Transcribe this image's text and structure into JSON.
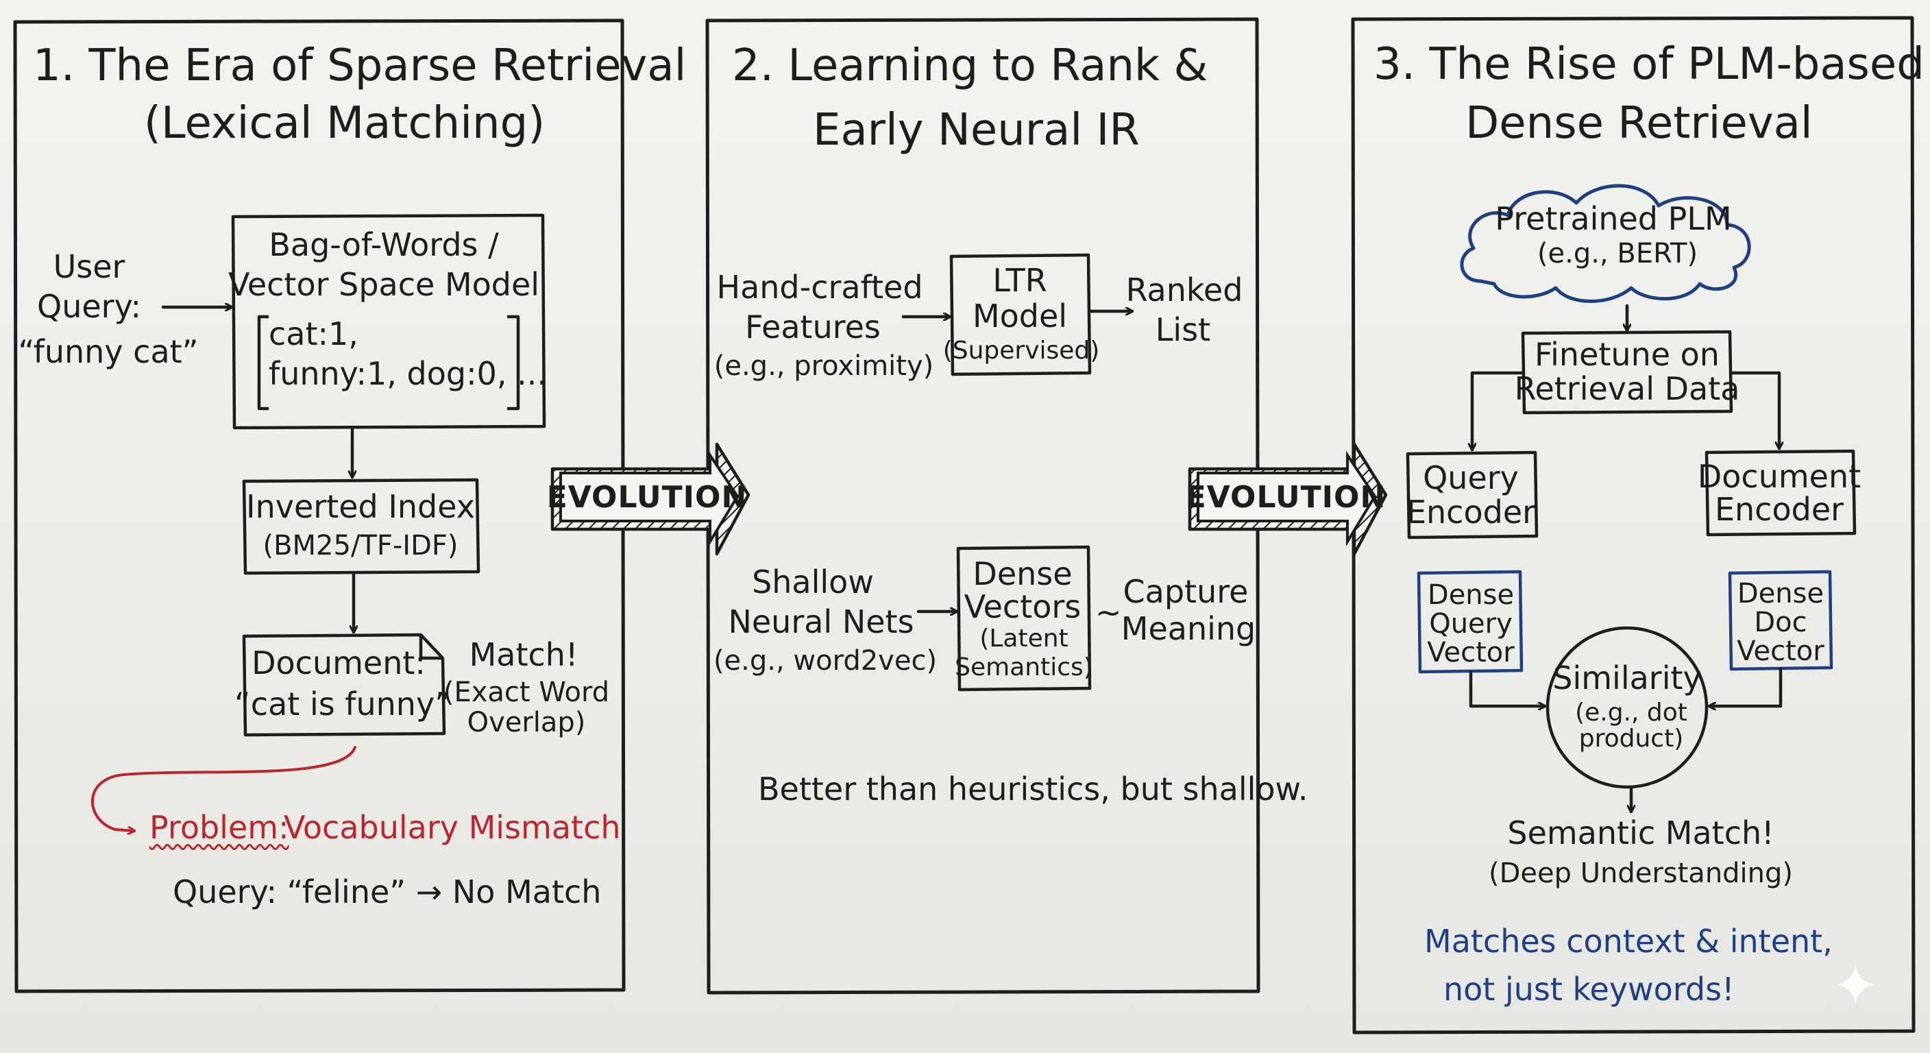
{
  "panels": [
    {
      "title_line1": "1. The Era of Sparse Retrieval",
      "title_line2": "(Lexical Matching)",
      "user_query": [
        "User",
        "Query:",
        "“funny cat”"
      ],
      "bow_box": [
        "Bag-of-Words /",
        "Vector Space Model"
      ],
      "bow_vector": [
        "cat:1,",
        "funny:1, dog:0, ..."
      ],
      "inverted_index": [
        "Inverted Index",
        "(BM25/TF-IDF)"
      ],
      "document": [
        "Document:",
        "“cat is funny”"
      ],
      "match": [
        "Match!",
        "(Exact Word",
        "Overlap)"
      ],
      "problem_label": "Problem:",
      "problem_text": "Vocabulary Mismatch",
      "query_example": "Query: “feline” → No Match"
    },
    {
      "title_line1": "2. Learning to Rank &",
      "title_line2": "Early Neural IR",
      "handcrafted": [
        "Hand-crafted",
        "Features",
        "(e.g., proximity)"
      ],
      "ltr_model": [
        "LTR",
        "Model",
        "(Supervised)"
      ],
      "ranked_list": [
        "Ranked",
        "List"
      ],
      "shallow": [
        "Shallow",
        "Neural Nets",
        "(e.g., word2vec)"
      ],
      "dense_vectors": [
        "Dense",
        "Vectors",
        "(Latent",
        "Semantics)"
      ],
      "capture": [
        "~",
        "Capture",
        "Meaning"
      ],
      "summary": "Better than heuristics, but shallow."
    },
    {
      "title_line1": "3. The Rise of PLM-based",
      "title_line2": "Dense Retrieval",
      "plm_cloud": [
        "Pretrained PLM",
        "(e.g., BERT)"
      ],
      "finetune": [
        "Finetune on",
        "Retrieval Data"
      ],
      "query_encoder": [
        "Query",
        "Encoder"
      ],
      "document_encoder": [
        "Document",
        "Encoder"
      ],
      "dense_query": [
        "Dense",
        "Query",
        "Vector"
      ],
      "dense_doc": [
        "Dense",
        "Doc",
        "Vector"
      ],
      "similarity": [
        "Similarity",
        "(e.g., dot",
        "product)"
      ],
      "semantic_match": [
        "Semantic Match!",
        "(Deep Understanding)"
      ],
      "conclusion": [
        "Matches context & intent,",
        "not just keywords!"
      ]
    }
  ],
  "evolution_arrows": [
    "EVOLUTION",
    "EVOLUTION"
  ],
  "colors": {
    "ink": "#1d1d1d",
    "red": "#b8262e",
    "blue": "#1f3f7f",
    "board": "#efefeb"
  }
}
